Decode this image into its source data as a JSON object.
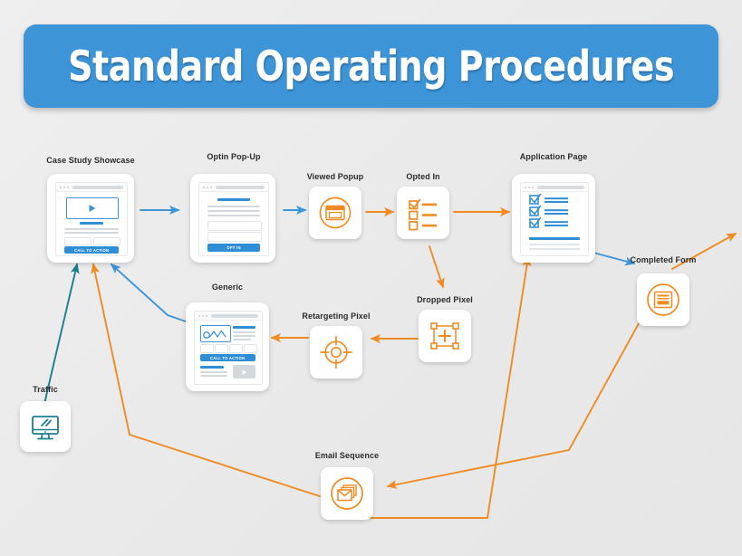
{
  "banner": {
    "title": "Standard Operating Procedures",
    "color": "#3d95d8"
  },
  "theme": {
    "background": "#eeeeee",
    "blue": "#3d95d8",
    "orange": "#ef8b22",
    "teal": "#1b7f8e",
    "label_color": "#2b2b2b"
  },
  "nodes": [
    {
      "id": "case-study-showcase",
      "label": "Case Study Showcase",
      "kind": "card",
      "accent": "#3d95d8",
      "mock": {
        "cta_label": "CALL TO ACTION"
      }
    },
    {
      "id": "optin-popup",
      "label": "Optin Pop-Up",
      "kind": "card",
      "accent": "#3d95d8",
      "mock": {
        "cta_label": "OPT IN"
      }
    },
    {
      "id": "viewed-popup",
      "label": "Viewed Popup",
      "kind": "tile",
      "accent": "#ef8b22",
      "icon": "popup-window-icon"
    },
    {
      "id": "opted-in",
      "label": "Opted In",
      "kind": "tile",
      "accent": "#ef8b22",
      "icon": "checklist-icon"
    },
    {
      "id": "application-page",
      "label": "Application Page",
      "kind": "card",
      "accent": "#3d95d8",
      "icon": "checklist-page-icon"
    },
    {
      "id": "completed-form",
      "label": "Completed Form",
      "kind": "tile",
      "accent": "#ef8b22",
      "icon": "form-document-icon"
    },
    {
      "id": "generic",
      "label": "Generic",
      "kind": "card",
      "accent": "#3d95d8",
      "mock": {
        "cta_label": "CALL TO ACTION"
      }
    },
    {
      "id": "retargeting-pixel",
      "label": "Retargeting Pixel",
      "kind": "tile",
      "accent": "#ef8b22",
      "icon": "crosshair-target-icon"
    },
    {
      "id": "dropped-pixel",
      "label": "Dropped Pixel",
      "kind": "tile",
      "accent": "#ef8b22",
      "icon": "selection-plus-icon"
    },
    {
      "id": "traffic",
      "label": "Traffic",
      "kind": "tile",
      "accent": "#1b7f8e",
      "icon": "desktop-monitor-icon"
    },
    {
      "id": "email-sequence",
      "label": "Email Sequence",
      "kind": "tile",
      "accent": "#ef8b22",
      "icon": "envelopes-icon"
    }
  ],
  "connections": [
    {
      "from": "case-study-showcase",
      "to": "optin-popup",
      "color": "#3d95d8"
    },
    {
      "from": "optin-popup",
      "to": "viewed-popup",
      "color": "#3d95d8"
    },
    {
      "from": "viewed-popup",
      "to": "opted-in",
      "color": "#ef8b22"
    },
    {
      "from": "opted-in",
      "to": "application-page",
      "color": "#ef8b22"
    },
    {
      "from": "opted-in",
      "to": "dropped-pixel",
      "color": "#ef8b22"
    },
    {
      "from": "dropped-pixel",
      "to": "retargeting-pixel",
      "color": "#ef8b22"
    },
    {
      "from": "retargeting-pixel",
      "to": "generic",
      "color": "#ef8b22"
    },
    {
      "from": "generic",
      "to": "case-study-showcase",
      "color": "#3d95d8"
    },
    {
      "from": "application-page",
      "to": "completed-form",
      "color": "#3d95d8"
    },
    {
      "from": "completed-form",
      "to": "offscreen-right",
      "color": "#ef8b22"
    },
    {
      "from": "completed-form",
      "to": "email-sequence",
      "color": "#ef8b22"
    },
    {
      "from": "email-sequence",
      "to": "case-study-showcase",
      "color": "#ef8b22"
    },
    {
      "from": "email-sequence",
      "to": "application-page",
      "color": "#ef8b22"
    },
    {
      "from": "traffic",
      "to": "case-study-showcase",
      "color": "#1b7f8e"
    }
  ]
}
